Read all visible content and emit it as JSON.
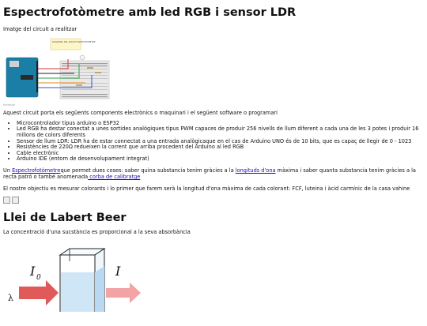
{
  "page": {
    "title": "Espectrofotòmetre amb led RGB i sensor LDR",
    "circuit_caption": "Imatge del circuit a realitzar",
    "image_credit": "tinkerkad",
    "breadboard_note": "DIAGRAMA DEL CIRCUIT ESPECTROMETRE",
    "intro": "Aquest circuit porta els següents components electrònics o maquinari i el següent software o programari",
    "components": [
      "Microcontrolador tipus arduino o ESP32",
      "Led RGB ha destar conectat a unes sortides analògiques tipus PWM capaces de produir 256 nivells de llum diferent a cada una de les 3 potes i produir 16 milions de colors diferents",
      "Sensor de llum LDR: LDR ha de estar connectat a una entrada analògicaque en el cas de Arduino UNO és de 10 bits, que es capaç de llegir de 0 - 1023",
      "Resistències de 220Ω redueixen la corrent que arriba procedent del Arduino al led RGB",
      "Cable electrònic",
      "Arduino IDE (entorn de desenvolupament integrat)"
    ],
    "para2": {
      "t1": "Un ",
      "link1": "Espectrofotòmetre",
      "t2": "que permet dues coses: saber quina substancia tenim gràcies a la ",
      "link2": "longituds d'ona",
      "t3": " màxima i saber quanta substancia tenim gràcies a la recta patró o també anomenada",
      "link3": " corba de calibratge"
    },
    "para3": "El nostre objectiu es mesurar colorants i lo primer que farem serà la longitud d'ona màxima de cada colorant: FCF, luteina i àcid carmínic de la casa vahine",
    "section2_title": "Llei de Labert Beer",
    "section2_text": "La concentració d'una sucstància es proporcional a la seva absorbància",
    "beer_labels": {
      "i0": "I",
      "i0_sub": "0",
      "i": "I",
      "lambda": "λ"
    }
  },
  "colors": {
    "link": "#1a0dab",
    "arduino": "#1a7ea6",
    "arrow_in": "#e05a5a",
    "arrow_out": "#f2a3a3",
    "cuvette": "#cfe6f7"
  }
}
